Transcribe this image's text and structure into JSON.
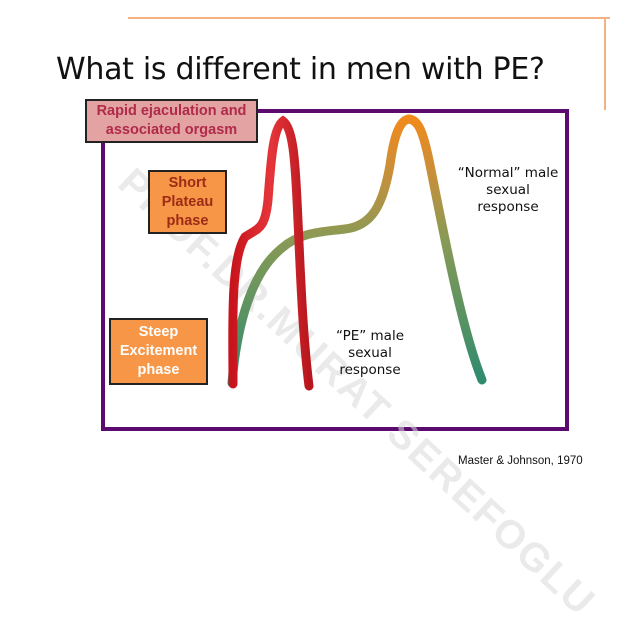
{
  "title": "What is different in men with PE?",
  "watermark": "PROF.DR.MURAT SEREFOGLU",
  "boxes": {
    "rapid": [
      "Rapid ejaculation and",
      "associated orgasm"
    ],
    "plateau": [
      "Short",
      "Plateau",
      "phase"
    ],
    "excitement": [
      "Steep",
      "Excitement",
      "phase"
    ]
  },
  "labels": {
    "normal": [
      "“Normal” male",
      "sexual",
      "response"
    ],
    "pe": [
      "“PE” male",
      "sexual",
      "response"
    ]
  },
  "citation": "Master & Johnson, 1970",
  "colors": {
    "frame": "#5b0a6e",
    "pe_curve": "#d9232a",
    "normal_curve_base": "#2e8b6f",
    "normal_curve_peak": "#f08a1c",
    "box_orange": "#f79646",
    "box_pink": "#e3a3a3",
    "accent_line": "#f4b183"
  }
}
